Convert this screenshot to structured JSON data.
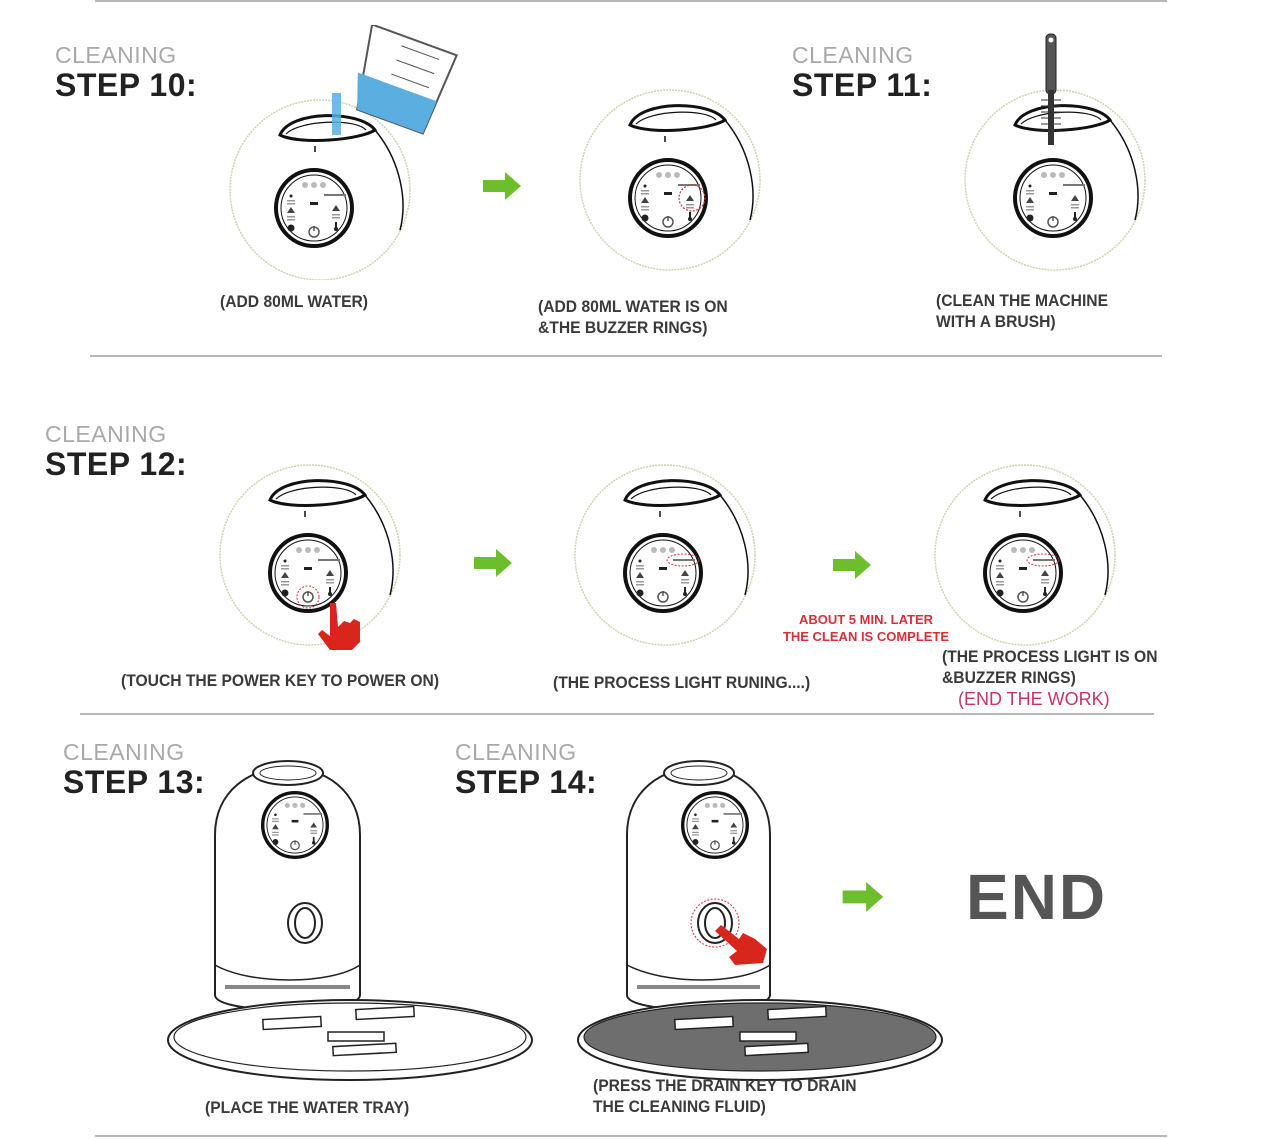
{
  "document": {
    "steps": [
      {
        "id": "step-10",
        "prefix": "CLEANING",
        "title": "STEP 10:",
        "panels": [
          {
            "caption": [
              "(ADD 80ML WATER)"
            ],
            "illustration": "machine-top-pour-water-icon"
          },
          {
            "caption": [
              "(ADD 80ML WATER  IS ON",
              "&THE BUZZER  RINGS)"
            ],
            "illustration": "machine-top-indicator-highlight-icon"
          }
        ]
      },
      {
        "id": "step-11",
        "prefix": "CLEANING",
        "title": "STEP 11:",
        "panels": [
          {
            "caption": [
              "(CLEAN  THE  MACHINE",
              "WITH  A  BRUSH)"
            ],
            "illustration": "machine-top-brush-icon"
          }
        ]
      },
      {
        "id": "step-12",
        "prefix": "CLEANING",
        "title": "STEP 12:",
        "panels": [
          {
            "caption": [
              "(TOUCH THE POWER KEY TO POWER ON)"
            ],
            "illustration": "machine-top-power-touch-icon"
          },
          {
            "caption": [
              "(THE PROCESS  LIGHT RUNING....)"
            ],
            "illustration": "machine-top-process-light-icon"
          },
          {
            "caption": [
              "(THE PROCESS  LIGHT IS ON",
              "&BUZZER RINGS)"
            ],
            "illustration": "machine-top-complete-icon",
            "emphasis": "(END THE WORK)"
          }
        ],
        "note": [
          "ABOUT 5 MIN.  LATER",
          "THE CLEAN IS COMPLETE"
        ]
      },
      {
        "id": "step-13",
        "prefix": "CLEANING",
        "title": "STEP 13:",
        "panels": [
          {
            "caption": [
              "(PLACE THE WATER TRAY)"
            ],
            "illustration": "machine-with-tray-icon"
          }
        ]
      },
      {
        "id": "step-14",
        "prefix": "CLEANING",
        "title": "STEP 14:",
        "panels": [
          {
            "caption": [
              "(PRESS THE DRAIN KEY TO DRAIN",
              "THE CLEANING FLUID)"
            ],
            "illustration": "machine-drain-icon"
          }
        ]
      }
    ],
    "end_label": "END",
    "colors": {
      "arrow_green": "#6cbe2c",
      "note_red": "#d6303a",
      "emphasis_pink": "#c8336b",
      "water_blue": "#5aaee0",
      "hand_red": "#d9261c",
      "tray_fill": "#6e6e6e",
      "prefix_gray": "#a9a9a9",
      "divider_gray": "#b8b8b8"
    }
  }
}
